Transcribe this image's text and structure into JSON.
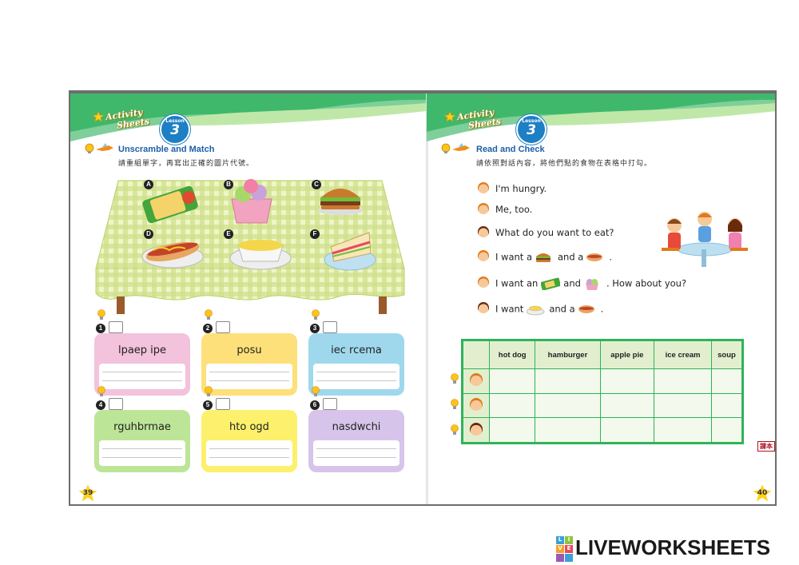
{
  "left_page": {
    "badge": {
      "line1": "Activity",
      "line2": "Sheets"
    },
    "lesson": {
      "word": "Lesson",
      "number": "3"
    },
    "section_title": "Unscramble and Match",
    "instruction": "請重組單字，再寫出正確的圖片代號。",
    "food_letters": [
      "A",
      "B",
      "C",
      "D",
      "E",
      "F"
    ],
    "cards": [
      {
        "num": "1",
        "word": "lpaep ipe",
        "color": "#f3c2dc"
      },
      {
        "num": "2",
        "word": "posu",
        "color": "#fde07a"
      },
      {
        "num": "3",
        "word": "iec rcema",
        "color": "#9fd8ec"
      },
      {
        "num": "4",
        "word": "rguhbrmae",
        "color": "#bde597"
      },
      {
        "num": "5",
        "word": "hto ogd",
        "color": "#fdf06c"
      },
      {
        "num": "6",
        "word": "nasdwchi",
        "color": "#d7c4ea"
      }
    ],
    "page_number": "39"
  },
  "right_page": {
    "badge": {
      "line1": "Activity",
      "line2": "Sheets"
    },
    "lesson": {
      "word": "Lesson",
      "number": "3"
    },
    "section_title": "Read and Check",
    "instruction": "請依照對話內容，將他們點的食物在表格中打勾。",
    "dialogue": [
      {
        "before": "I'm hungry.",
        "after": "",
        "mid": ""
      },
      {
        "before": "Me, too.",
        "after": "",
        "mid": ""
      },
      {
        "before": "What do you want to eat?",
        "after": "",
        "mid": ""
      },
      {
        "before": "I want a",
        "mid": "and a",
        "after": "."
      },
      {
        "before": "I want an",
        "mid": "and",
        "after": ". How about you?"
      },
      {
        "before": "I want",
        "mid": "and a",
        "after": "."
      }
    ],
    "table_headers": [
      "hot dog",
      "hamburger",
      "apple pie",
      "ice cream",
      "soup"
    ],
    "table_rows": 3,
    "corner_tag": "課本",
    "page_number": "40"
  },
  "logo": {
    "text": "LIVEWORKSHEETS",
    "letters": [
      "L",
      "I",
      "V",
      "E"
    ]
  },
  "colors": {
    "banner_green": "#3fb86b",
    "lesson_blue": "#1d7fc4",
    "title_blue": "#1d5fa8",
    "table_green": "#2fb35a"
  }
}
